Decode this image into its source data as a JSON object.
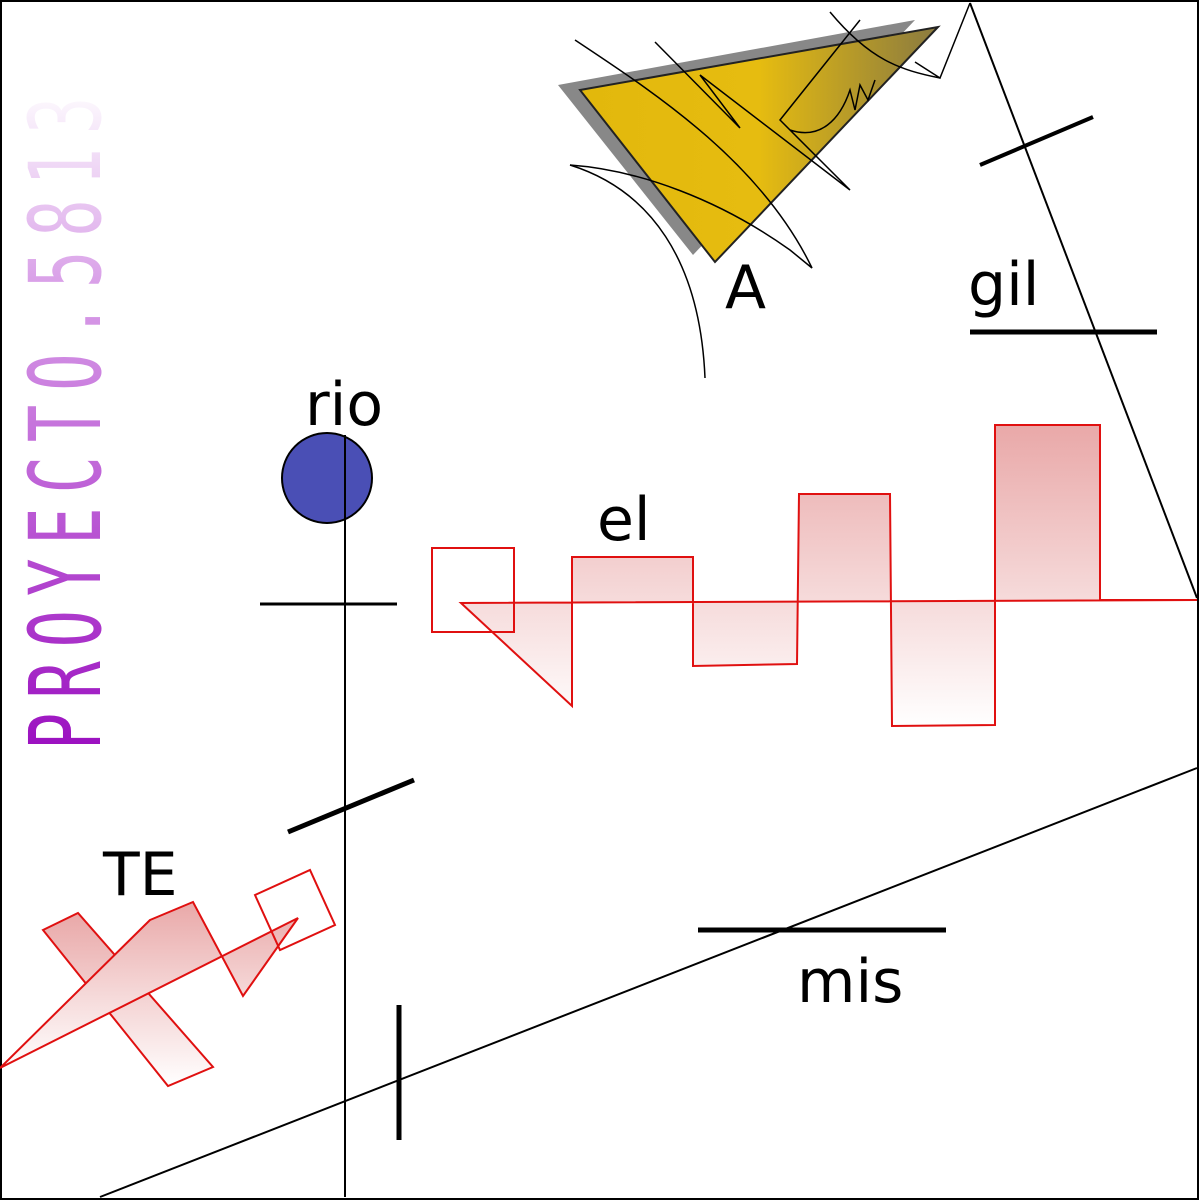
{
  "vertical_text": "PROYECTO.5813",
  "labels": {
    "rio": "rio",
    "el": "el",
    "a": "A",
    "gil": "gil",
    "te": "TE",
    "mis": "mis"
  },
  "colors": {
    "circle": "#4a4fb5",
    "triangle": "#e2b80c",
    "red": "#e01010",
    "purple": "#9b10c0"
  }
}
